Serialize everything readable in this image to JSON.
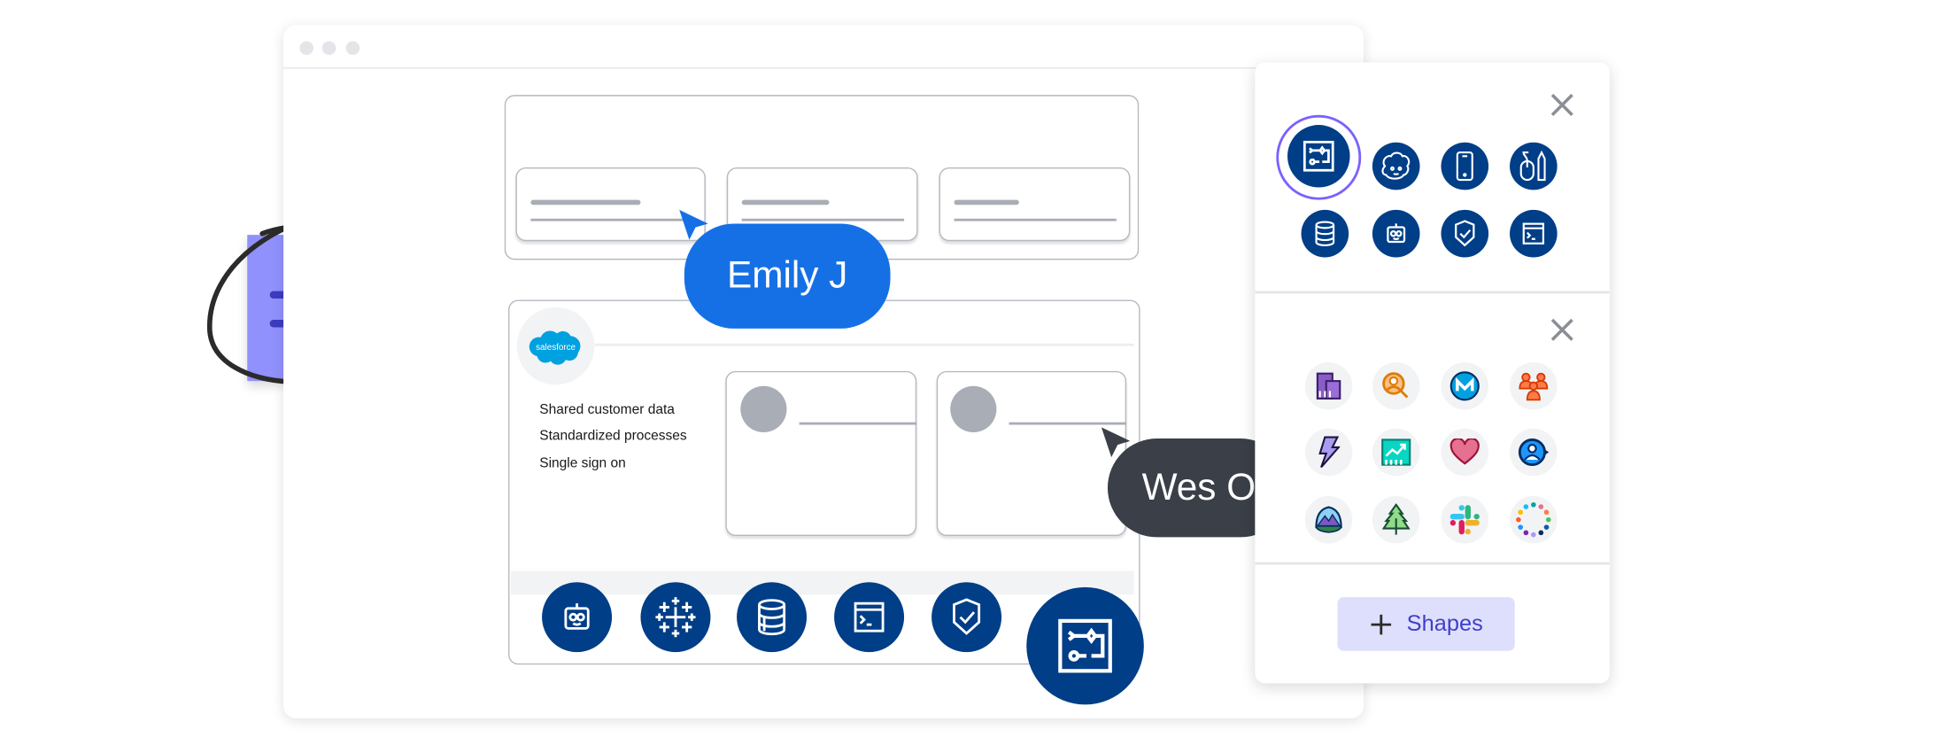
{
  "cursors": {
    "emily": {
      "label": "Emily J",
      "color": "#1570E6"
    },
    "wes": {
      "label": "Wes O",
      "color": "#3A3F48"
    }
  },
  "canvas": {
    "logo": "salesforce",
    "features": [
      "Shared customer data",
      "Standardized processes",
      "Single sign on"
    ],
    "toolbar_icons": [
      "robot-icon",
      "tableau-icon",
      "database-icon",
      "terminal-window-icon",
      "shield-check-icon"
    ],
    "dragged_icon": "flow-diagram-icon"
  },
  "sticky_note": {
    "color": "#9191FD"
  },
  "panel": {
    "section1_icons": [
      "flow-diagram-icon",
      "einstein-icon",
      "mobile-icon",
      "mouse-pencil-icon",
      "database-icon",
      "robot-icon",
      "shield-check-icon",
      "terminal-window-icon"
    ],
    "section2_icons": [
      "buildings-icon",
      "search-person-icon",
      "mulesoft-icon",
      "people-group-icon",
      "lightning-icon",
      "chart-growth-icon",
      "heart-icon",
      "person-refresh-icon",
      "trailhead-mountain-icon",
      "tree-icon",
      "slack-icon",
      "dots-ring-icon"
    ],
    "shapes_button": "Shapes",
    "accent": "#7B61FF",
    "brand": "#003E87"
  }
}
